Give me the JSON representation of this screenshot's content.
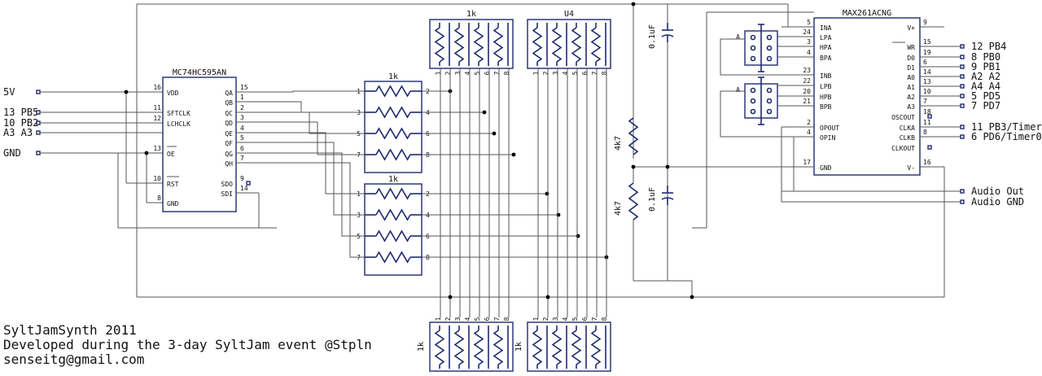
{
  "ic1": {
    "name": "MC74HC595AN",
    "left_pins": [
      [
        "16",
        "VDD"
      ],
      [
        "11",
        "SFTCLK"
      ],
      [
        "12",
        "LCHCLK"
      ],
      [
        "13",
        "OE"
      ],
      [
        "10",
        "RST"
      ],
      [
        "8",
        "GND"
      ]
    ],
    "right_pins": [
      [
        "15",
        "QA"
      ],
      [
        "1",
        "QB"
      ],
      [
        "2",
        "QC"
      ],
      [
        "3",
        "QD"
      ],
      [
        "4",
        "QE"
      ],
      [
        "5",
        "QF"
      ],
      [
        "6",
        "QG"
      ],
      [
        "7",
        "QH"
      ],
      [
        "9",
        "SDO"
      ],
      [
        "14",
        "SDI"
      ]
    ]
  },
  "ic2": {
    "name": "MAX261ACNG",
    "left_pins": [
      [
        "5",
        "INA"
      ],
      [
        "24",
        "LPA"
      ],
      [
        "3",
        "HPA"
      ],
      [
        "4",
        "BPA"
      ],
      [
        "23",
        "INB"
      ],
      [
        "22",
        "LPB"
      ],
      [
        "20",
        "HPB"
      ],
      [
        "21",
        "BPB"
      ],
      [
        "2",
        "OPOUT"
      ],
      [
        "4",
        "OPIN"
      ],
      [
        "17",
        "GND"
      ]
    ],
    "right_pins": [
      [
        "9",
        "V+"
      ],
      [
        "15",
        "WR"
      ],
      [
        "19",
        "D0"
      ],
      [
        "6",
        "D1"
      ],
      [
        "14",
        "A0"
      ],
      [
        "13",
        "A1"
      ],
      [
        "10",
        "A2"
      ],
      [
        "7",
        "A3"
      ],
      [
        "18",
        "OSCOUT"
      ],
      [
        "11",
        "CLKA"
      ],
      [
        "8",
        "CLKB"
      ],
      [
        "",
        "CLKOUT"
      ],
      [
        "16",
        "V-"
      ]
    ]
  },
  "input_labels": [
    "5V",
    "13 PB5",
    "10 PB2",
    "A3 A3",
    "GND"
  ],
  "output_labels": [
    "12 PB4",
    "8 PB0",
    "9 PB1",
    "A2 A2",
    "A4 A4",
    "5 PD5",
    "7 PD7",
    "11 PB3/Timer2",
    "6 PD6/Timer0",
    "Audio Out",
    "Audio GND"
  ],
  "parts": {
    "rn_1k": "1k",
    "u4": "U4",
    "cap": "0.1uF",
    "res": "4k7",
    "ab_label": "A"
  },
  "resistor_pin_pairs": [
    [
      "1",
      "2"
    ],
    [
      "3",
      "4"
    ],
    [
      "5",
      "6"
    ],
    [
      "7",
      "8"
    ]
  ],
  "sip_pin_numbers": [
    "1",
    "2",
    "3",
    "4",
    "5",
    "6",
    "7",
    "8"
  ],
  "credits": [
    "SyltJamSynth 2011",
    "Developed during the 3-day SyltJam event @Stpln",
    "senseitg@gmail.com"
  ]
}
